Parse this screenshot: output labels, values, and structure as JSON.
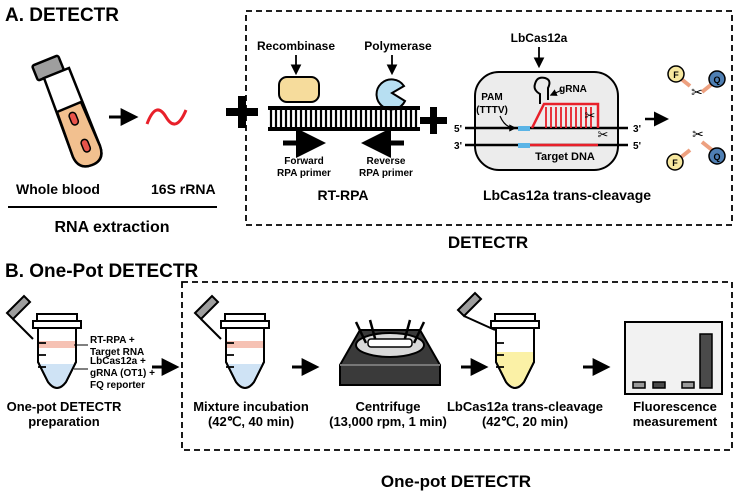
{
  "panel_a": {
    "title": "A. DETECTR",
    "whole_blood": "Whole blood",
    "rrna": "16S rRNA",
    "rna_extraction": "RNA extraction",
    "recombinase": "Recombinase",
    "polymerase": "Polymerase",
    "forward_primer_1": "Forward",
    "forward_primer_2": "RPA primer",
    "reverse_primer_1": "Reverse",
    "reverse_primer_2": "RPA primer",
    "rt_rpa": "RT-RPA",
    "lbcas12a": "LbCas12a",
    "grna": "gRNA",
    "pam_1": "PAM",
    "pam_2": "(TTTV)",
    "five_prime_top": "5'",
    "three_prime_bottom": "3'",
    "three_prime_top": "3'",
    "five_prime_bottom": "5'",
    "target_dna": "Target DNA",
    "trans_cleavage": "LbCas12a trans-cleavage",
    "detectr": "DETECTR",
    "reporter_f": "F",
    "reporter_q": "Q"
  },
  "panel_b": {
    "title": "B. One-Pot DETECTR",
    "label_rpa_1": "RT-RPA +",
    "label_rpa_2": "Target RNA",
    "label_cas_1": "LbCas12a +",
    "label_cas_2": "gRNA (OT1) +",
    "label_cas_3": "FQ reporter",
    "prep_1": "One-pot DETECTR",
    "prep_2": "preparation",
    "mix_1": "Mixture incubation",
    "mix_2": "(42℃, 40 min)",
    "cent_1": "Centrifuge",
    "cent_2": "(13,000 rpm, 1 min)",
    "cleave_1": "LbCas12a trans-cleavage",
    "cleave_2": "(42℃, 20 min)",
    "fluor_1": "Fluorescence",
    "fluor_2": "measurement",
    "onepot_detectr": "One-pot DETECTR"
  },
  "colors": {
    "tube_cap": "#9e9e9e",
    "blood": "#f2c08f",
    "cell": "#e8534a",
    "rna": "#e8202a",
    "recombinase": "#f6dc9c",
    "polymerase": "#b7dff2",
    "highlight_blue": "#5ab4e6",
    "highlight_red": "#e8202a",
    "pink_layer": "#f6c2b4",
    "blue_layer": "#cfe3f5",
    "yellow_layer": "#fbf1a6",
    "reporter_f": "#f7e8a0",
    "reporter_q": "#4f7fb3",
    "reporter_link": "#eda07f",
    "bar_dark": "#4a4a4a",
    "bar_light": "#9a9a9a"
  }
}
